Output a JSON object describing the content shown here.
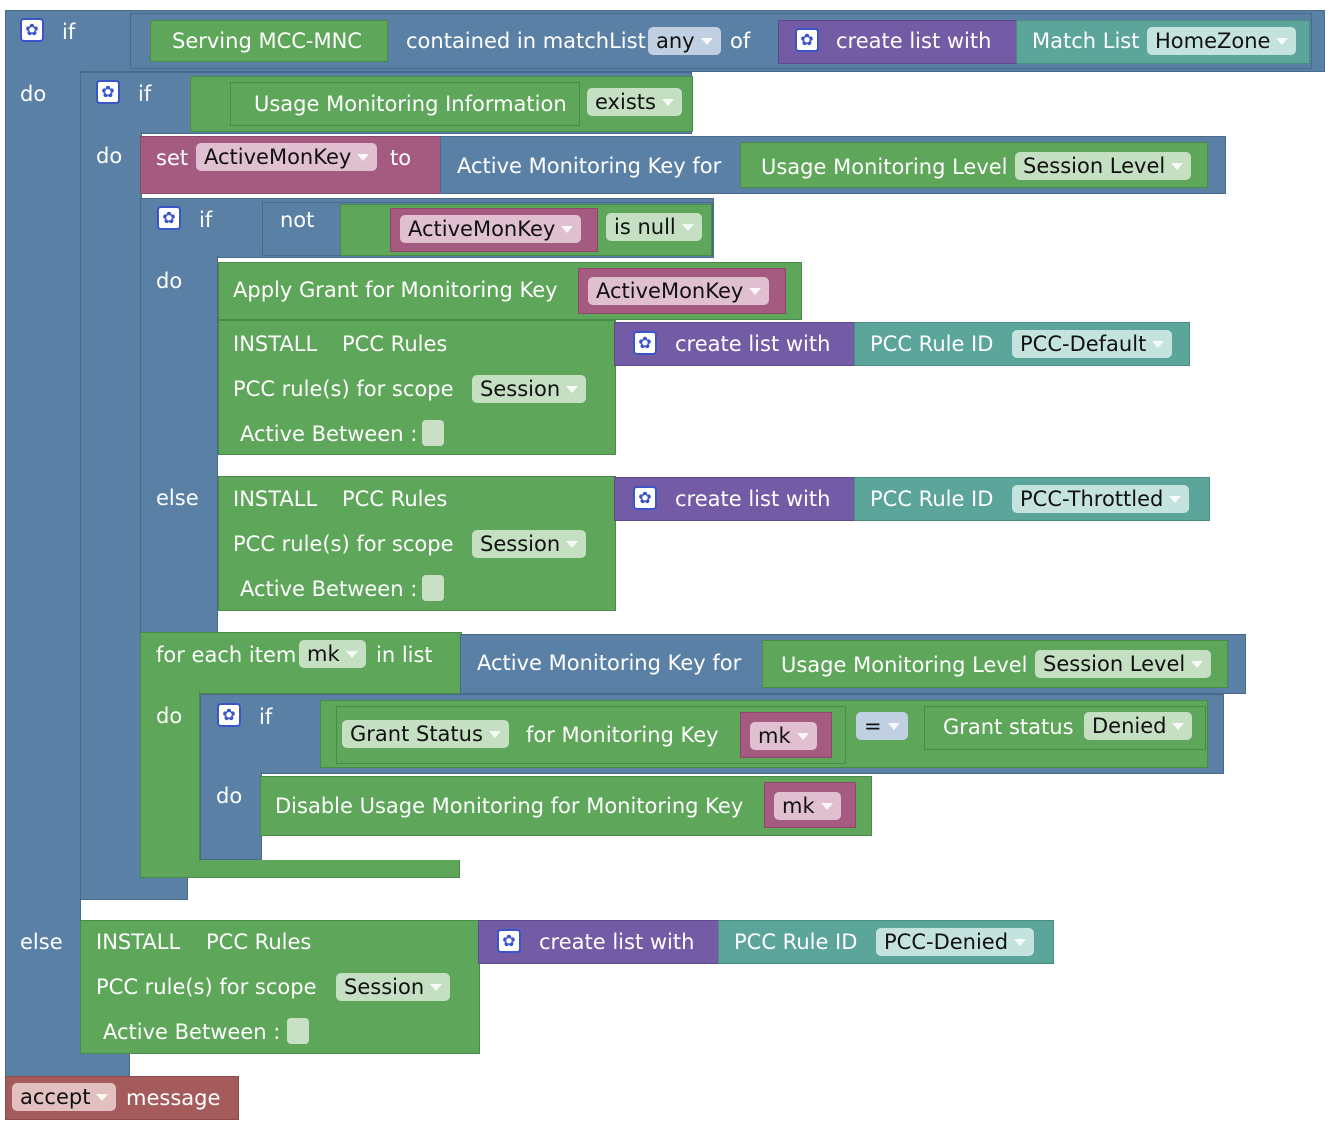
{
  "kw": {
    "if": "if",
    "do": "do",
    "else": "else",
    "not": "not",
    "set": "set",
    "to": "to",
    "of": "of",
    "in_list": "in list",
    "for_each_item": "for each item",
    "message": "message"
  },
  "top_if": {
    "serving": "Serving MCC-MNC",
    "contained": "contained in matchList",
    "any": "any",
    "create_list": "create list with",
    "match_list": "Match List",
    "home_zone": "HomeZone"
  },
  "inner_if": {
    "umi": "Usage Monitoring Information",
    "exists": "exists"
  },
  "set_block": {
    "var": "ActiveMonKey",
    "amk_for": "Active Monitoring Key for",
    "uml": "Usage Monitoring Level",
    "session_level": "Session Level"
  },
  "not_if": {
    "var": "ActiveMonKey",
    "is_null": "is null"
  },
  "apply": {
    "label": "Apply Grant for Monitoring Key",
    "var": "ActiveMonKey"
  },
  "install": {
    "install": "INSTALL",
    "pcc_rules": "PCC Rules",
    "scope_label": "PCC rule(s) for scope",
    "scope": "Session",
    "active_between": "Active Between :",
    "create_list": "create list with",
    "rule_id": "PCC Rule ID"
  },
  "rules": {
    "default": "PCC-Default",
    "throttled": "PCC-Throttled",
    "denied": "PCC-Denied"
  },
  "loop": {
    "var": "mk",
    "amk_for": "Active Monitoring Key for",
    "uml": "Usage Monitoring Level",
    "session_level": "Session Level"
  },
  "loop_if": {
    "grant_status": "Grant Status",
    "for_mk": "for Monitoring Key",
    "var": "mk",
    "op": "=",
    "grant_status_label": "Grant status",
    "denied": "Denied"
  },
  "disable": {
    "label": "Disable Usage Monitoring for Monitoring Key",
    "var": "mk"
  },
  "final": {
    "accept": "accept"
  },
  "colors": {
    "logic": "#5b80a5",
    "action": "#5ea65a",
    "list": "#745ba5",
    "value": "#5ba59a",
    "variable": "#a55b80",
    "terminal": "#a55b5b"
  }
}
